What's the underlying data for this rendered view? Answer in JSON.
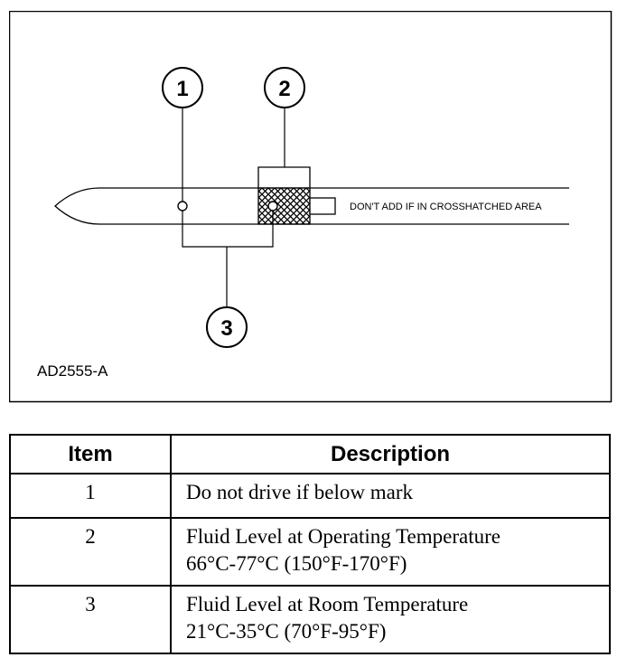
{
  "figure": {
    "id_label": "AD2555-A",
    "dipstick_note": "DON'T ADD IF IN CROSSHATCHED AREA",
    "callouts": [
      "1",
      "2",
      "3"
    ]
  },
  "legend": {
    "headers": {
      "item": "Item",
      "description": "Description"
    },
    "rows": [
      {
        "item": "1",
        "lines": [
          "Do not drive if below mark"
        ]
      },
      {
        "item": "2",
        "lines": [
          "Fluid Level at Operating Temperature",
          "66°C-77°C (150°F-170°F)"
        ]
      },
      {
        "item": "3",
        "lines": [
          "Fluid Level at Room Temperature",
          "21°C-35°C (70°F-95°F)"
        ]
      }
    ]
  }
}
